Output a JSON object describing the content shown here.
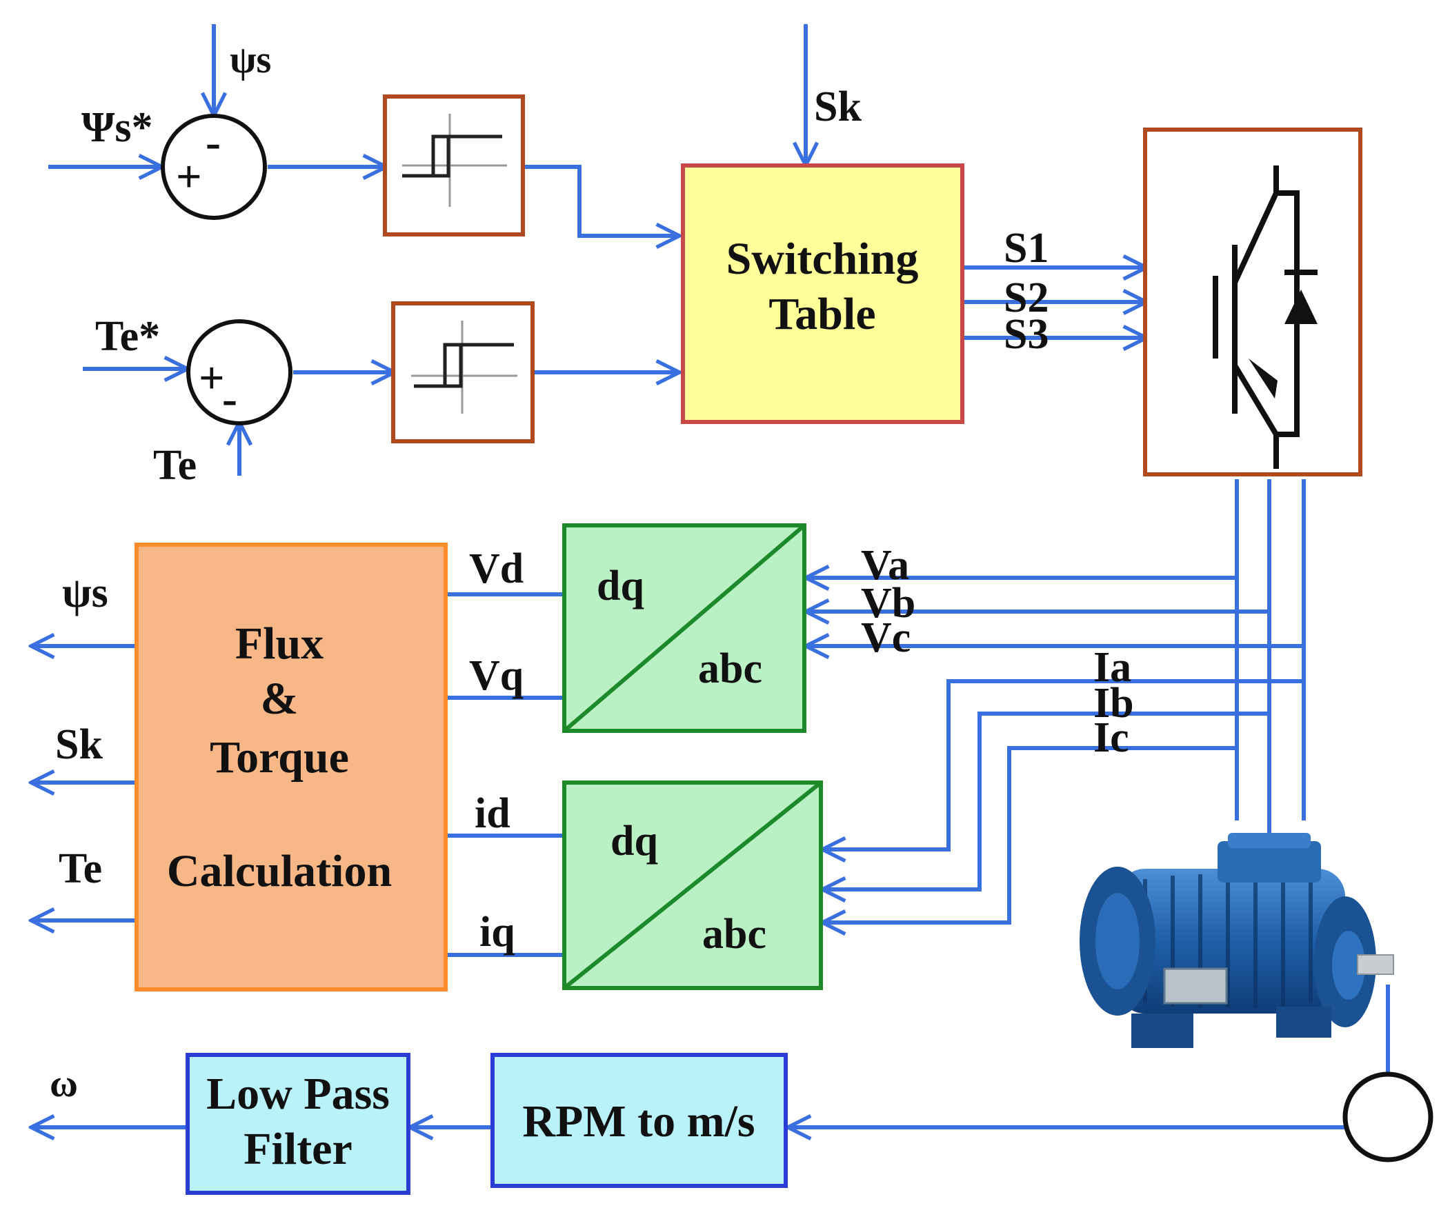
{
  "colors": {
    "wire": "#3a6fe0",
    "hyst_border": "#b04a1e",
    "switching_fill": "#ffff99",
    "switching_border": "#c94747",
    "inverter_border": "#b04a1e",
    "flux_fill": "#f7b787",
    "flux_border": "#ff8c2a",
    "transform_fill": "#b9f0c4",
    "transform_border": "#1c8a2a",
    "filter_fill": "#b9f2fb",
    "filter_border": "#2a3ed6",
    "motor_blue": "#1f5fa8"
  },
  "summing_junctions": {
    "flux": {
      "ref_label": "Ψs*",
      "fb_label": "ψs",
      "plus": "+",
      "minus": "-"
    },
    "torque": {
      "ref_label": "Te*",
      "fb_label": "Te",
      "plus": "+",
      "minus": "-"
    }
  },
  "switching_table": {
    "line1": "Switching",
    "line2": "Table",
    "input_label": "Sk",
    "outputs": [
      "S1",
      "S2",
      "S3"
    ]
  },
  "flux_torque_block": {
    "line1": "Flux",
    "line2": "&",
    "line3": "Torque",
    "line4": "Calculation",
    "outputs": [
      "ψs",
      "Sk",
      "Te"
    ],
    "inputs": [
      "Vd",
      "Vq",
      "id",
      "iq"
    ]
  },
  "voltage_transform": {
    "top": "dq",
    "bottom": "abc",
    "inputs": [
      "Va",
      "Vb",
      "Vc"
    ]
  },
  "current_transform": {
    "top": "dq",
    "bottom": "abc",
    "inputs": [
      "Ia",
      "Ib",
      "Ic"
    ]
  },
  "speed_chain": {
    "rpm_block": "RPM to m/s",
    "filter_line1": "Low Pass",
    "filter_line2": "Filter",
    "output_label": "ω"
  }
}
